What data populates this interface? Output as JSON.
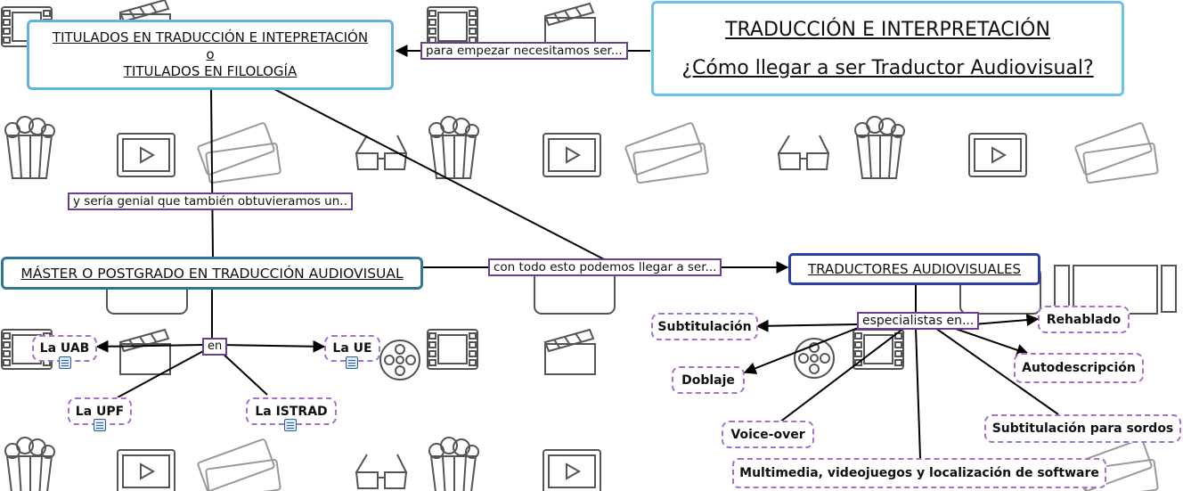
{
  "title": {
    "line1": "TRADUCCIÓN E INTERPRETACIÓN",
    "line2": "¿Cómo llegar a ser Traductor Audiovisual?"
  },
  "nodes": {
    "titulados_1": "TITULADOS EN TRADUCCIÓN E INTEPRETACIÓN",
    "titulados_o": "o",
    "titulados_2": "TITULADOS EN FILOLOGÍA",
    "master": "MÁSTER O POSTGRADO EN TRADUCCIÓN AUDIOVISUAL",
    "traductores": "TRADUCTORES AUDIOVISUALES",
    "uab": "La UAB",
    "ue": "La UE",
    "upf": "La UPF",
    "istrad": "La ISTRAD",
    "subtitulacion": "Subtitulación",
    "doblaje": "Doblaje",
    "rehablado": "Rehablado",
    "autodescripcion": "Autodescripción",
    "voiceover": "Voice-over",
    "sordos": "Subtitulación para sordos",
    "multimedia": "Multimedia, videojuegos y localización de software"
  },
  "links": {
    "empezar": "para empezar necesitamos ser...",
    "genial": "y sería genial que también obtuvieramos un..",
    "llegar": "con todo esto podemos llegar a ser...",
    "en": "en",
    "especialistas": "especialistas en..."
  },
  "colors": {
    "title_border": "#6cc0ea",
    "main_border": "#5fb4e0",
    "navy_border": "#2c3ea8",
    "dash_border": "#a56fd0",
    "label_border": "#6a3f8f"
  }
}
